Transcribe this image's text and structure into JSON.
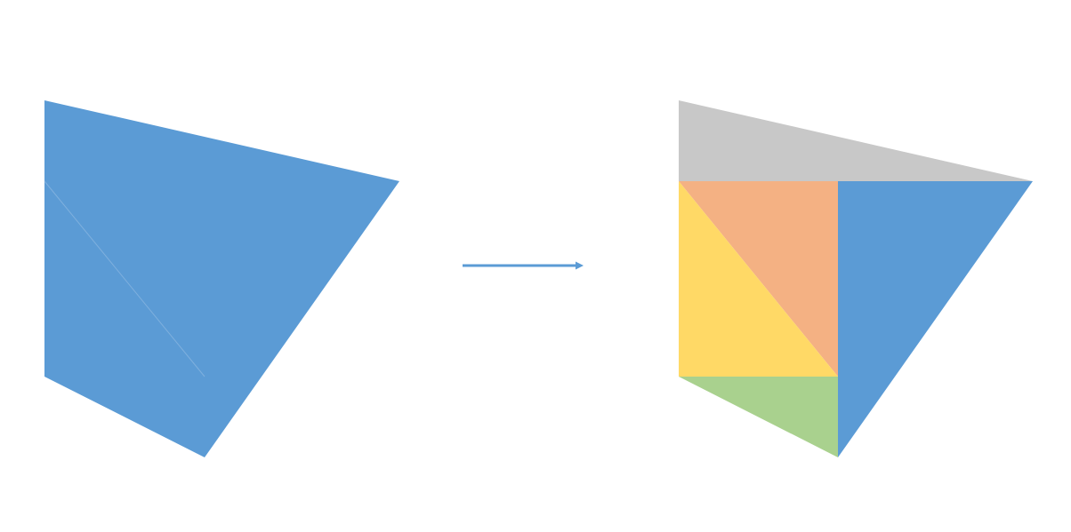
{
  "colors": {
    "background": "#ffffff",
    "blue": "#5b9bd5",
    "gray": "#c8c8c8",
    "orange": "#f4b183",
    "yellow": "#ffd966",
    "green": "#a9d18e",
    "crease": "#7fb0de",
    "arrow": "#5b9bd5"
  },
  "diagram": {
    "left_figure": {
      "description_shape": "quadrilateral",
      "fill": "blue"
    },
    "arrow": {
      "direction": "right"
    },
    "right_figure": {
      "pieces": [
        {
          "id": "top-triangle",
          "fill": "gray"
        },
        {
          "id": "upper-left-triangle",
          "fill": "orange"
        },
        {
          "id": "lower-left-triangle",
          "fill": "yellow"
        },
        {
          "id": "bottom-triangle",
          "fill": "green"
        },
        {
          "id": "right-triangle",
          "fill": "blue"
        }
      ]
    }
  }
}
